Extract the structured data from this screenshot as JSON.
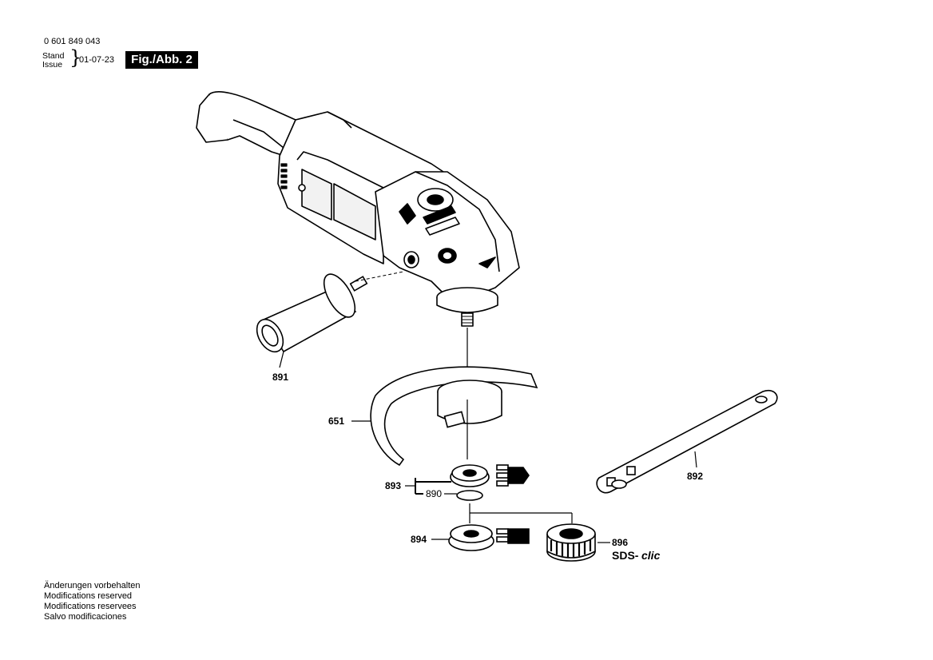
{
  "header": {
    "part_number": "0 601 849 043",
    "stand_label": "Stand",
    "issue_label": "Issue",
    "date": "01-07-23",
    "figure_label": "Fig./Abb. 2"
  },
  "parts": {
    "p891": "891",
    "p651": "651",
    "p893": "893",
    "p890": "890",
    "p894": "894",
    "p896": "896",
    "p892": "892",
    "sds_prefix": "SDS-",
    "sds_suffix": "clic"
  },
  "notes": [
    "Änderungen vorbehalten",
    "Modifications reserved",
    "Modifications reservees",
    "Salvo modificaciones"
  ]
}
